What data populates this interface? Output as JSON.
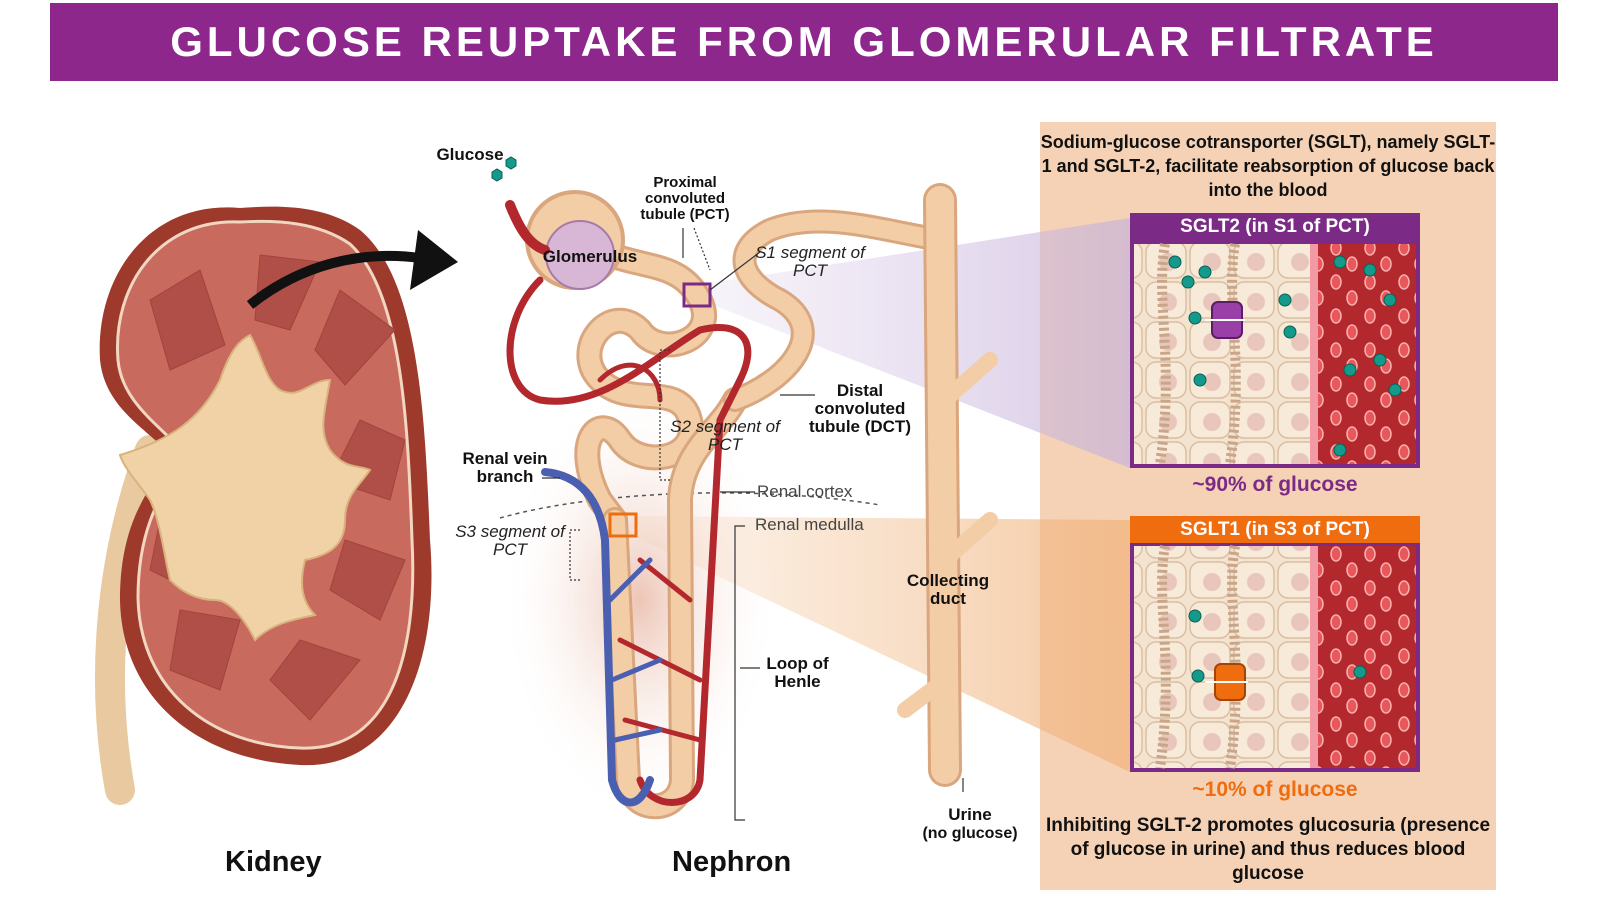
{
  "title": "GLUCOSE REUPTAKE FROM GLOMERULAR FILTRATE",
  "colors": {
    "banner": "#8e278c",
    "panel": "#f5d2b5",
    "sglt2": "#7b2a86",
    "sglt1": "#ef6c0f",
    "blood": "#b3282c",
    "vein": "#4a5fb0",
    "tubule": "#f2cda6",
    "glucose": "#139a8a"
  },
  "labels": {
    "glucose": "Glucose",
    "pct": "Proximal convoluted tubule (PCT)",
    "glomerulus": "Glomerulus",
    "s1": "S1 segment of PCT",
    "s2": "S2 segment of PCT",
    "s3": "S3 segment of PCT",
    "dct": "Distal convoluted tubule (DCT)",
    "renal_vein": "Renal vein branch",
    "renal_cortex": "Renal cortex",
    "renal_medulla": "Renal medulla",
    "collecting_duct": "Collecting duct",
    "loop_of_henle": "Loop of Henle",
    "urine": "Urine",
    "urine_note": "(no glucose)",
    "kidney": "Kidney",
    "nephron": "Nephron"
  },
  "panel": {
    "heading": "Sodium-glucose cotransporter (SGLT), namely SGLT-1 and SGLT-2, facilitate reabsorption of glucose back into the blood",
    "sglt2_title": "SGLT2 (in S1 of PCT)",
    "sglt2_pct": "~90% of glucose",
    "sglt1_title": "SGLT1 (in S3 of PCT)",
    "sglt1_pct": "~10% of glucose",
    "footer": "Inhibiting SGLT-2 promotes glucosuria (presence of glucose in urine) and thus reduces blood glucose"
  }
}
